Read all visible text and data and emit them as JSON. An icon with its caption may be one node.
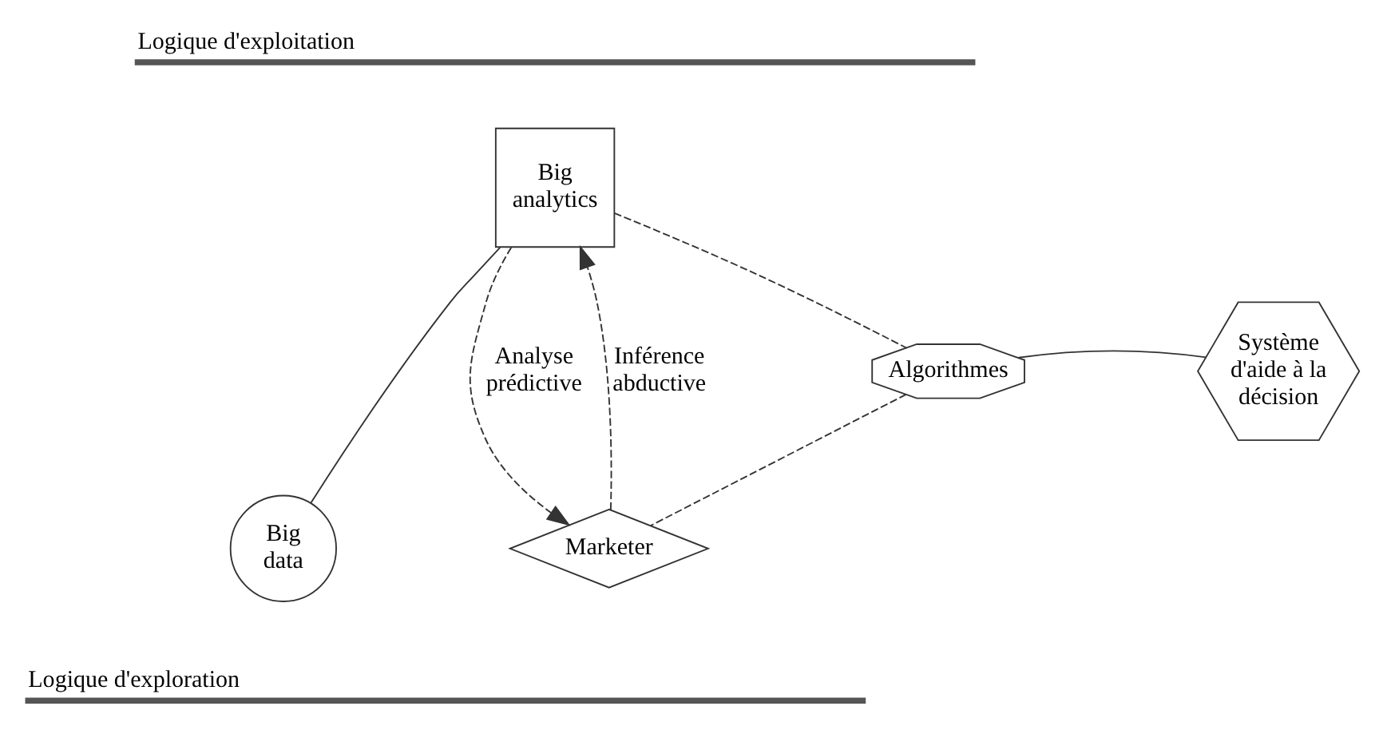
{
  "diagram": {
    "nodes": [
      {
        "text": [
          "Big analytics"
        ]
      },
      {
        "text": [
          "Algorithmes"
        ]
      },
      {
        "text": [
          "Système d'aide à la décision"
        ]
      },
      {
        "text": [
          "Big data"
        ]
      },
      {
        "text": [
          "Marketer"
        ]
      }
    ],
    "edges": [
      {
        "from": 3,
        "to": 0,
        "arrow": "none"
      },
      {
        "from": 0,
        "to": 4,
        "arrow": "to",
        "label": "Analyse prédictive",
        "style": "dashed"
      },
      {
        "from": 4,
        "to": 0,
        "arrow": "to",
        "label": "Inférence abductive",
        "style": "dashed"
      },
      {
        "from": 0,
        "to": 1,
        "arrow": "none",
        "style": "dashed"
      },
      {
        "from": 1,
        "to": 4,
        "arrow": "none",
        "style": "dashed"
      },
      {
        "from": 1,
        "to": 2,
        "arrow": "none"
      }
    ],
    "labels": [
      "Logique d'exploitation",
      "Logique d'exploration"
    ]
  }
}
